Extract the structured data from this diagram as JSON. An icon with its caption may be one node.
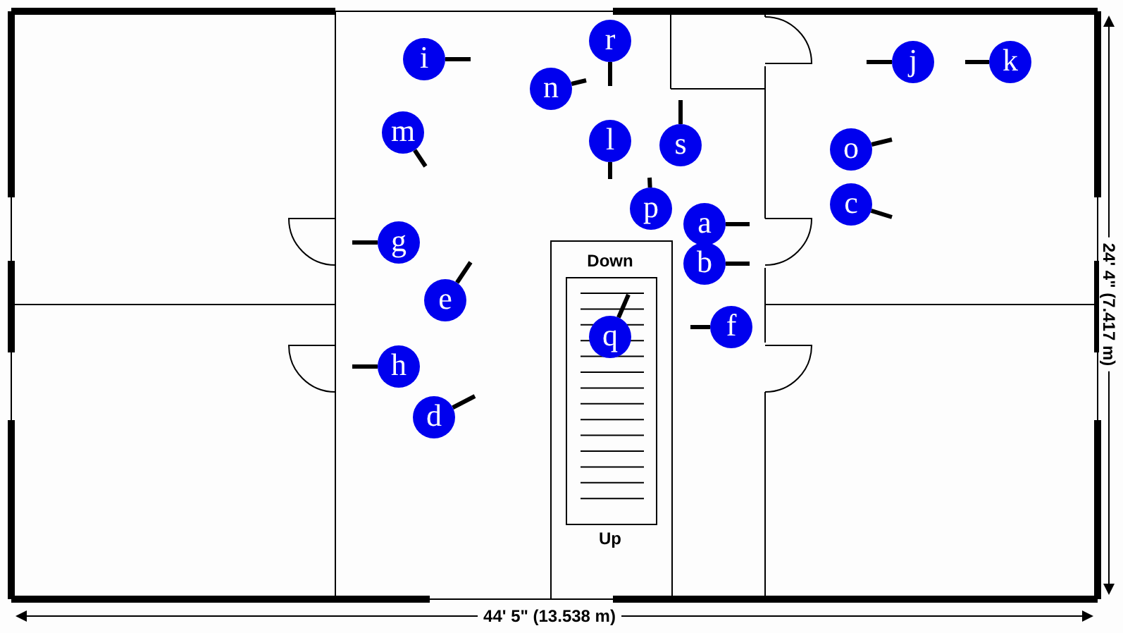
{
  "diagram": {
    "nodes": [
      {
        "text": [
          "r"
        ]
      },
      {
        "text": [
          "i"
        ]
      },
      {
        "text": [
          "j"
        ]
      },
      {
        "text": [
          "k"
        ]
      },
      {
        "text": [
          "n"
        ]
      },
      {
        "text": [
          "m"
        ]
      },
      {
        "text": [
          "l"
        ]
      },
      {
        "text": [
          "s"
        ]
      },
      {
        "text": [
          "o"
        ]
      },
      {
        "text": [
          "p"
        ]
      },
      {
        "text": [
          "c"
        ]
      },
      {
        "text": [
          "a"
        ]
      },
      {
        "text": [
          "g"
        ]
      },
      {
        "text": [
          "b"
        ]
      },
      {
        "text": [
          "e"
        ]
      },
      {
        "text": [
          "f"
        ]
      },
      {
        "text": [
          "q"
        ]
      },
      {
        "text": [
          "h"
        ]
      },
      {
        "text": [
          "d"
        ]
      }
    ],
    "edges": [
      {
        "from": 0,
        "to": null,
        "arrow": "none"
      },
      {
        "from": 1,
        "to": null,
        "arrow": "none"
      },
      {
        "from": 2,
        "to": null,
        "arrow": "none"
      },
      {
        "from": 3,
        "to": null,
        "arrow": "none"
      },
      {
        "from": 4,
        "to": null,
        "arrow": "none"
      },
      {
        "from": 5,
        "to": null,
        "arrow": "none"
      },
      {
        "from": 6,
        "to": null,
        "arrow": "none"
      },
      {
        "from": 7,
        "to": null,
        "arrow": "none"
      },
      {
        "from": 8,
        "to": null,
        "arrow": "none"
      },
      {
        "from": 9,
        "to": null,
        "arrow": "none"
      },
      {
        "from": 10,
        "to": null,
        "arrow": "none"
      },
      {
        "from": 11,
        "to": null,
        "arrow": "none"
      },
      {
        "from": 12,
        "to": null,
        "arrow": "none"
      },
      {
        "from": 13,
        "to": null,
        "arrow": "none"
      },
      {
        "from": 14,
        "to": null,
        "arrow": "none"
      },
      {
        "from": 15,
        "to": null,
        "arrow": "none"
      },
      {
        "from": 16,
        "to": null,
        "arrow": "none"
      },
      {
        "from": 17,
        "to": null,
        "arrow": "none"
      },
      {
        "from": 18,
        "to": null,
        "arrow": "none"
      }
    ],
    "labels": [
      "Down",
      "24' 4\" (7.417 m)",
      "Up",
      "44' 5\" (13.538 m)"
    ]
  }
}
